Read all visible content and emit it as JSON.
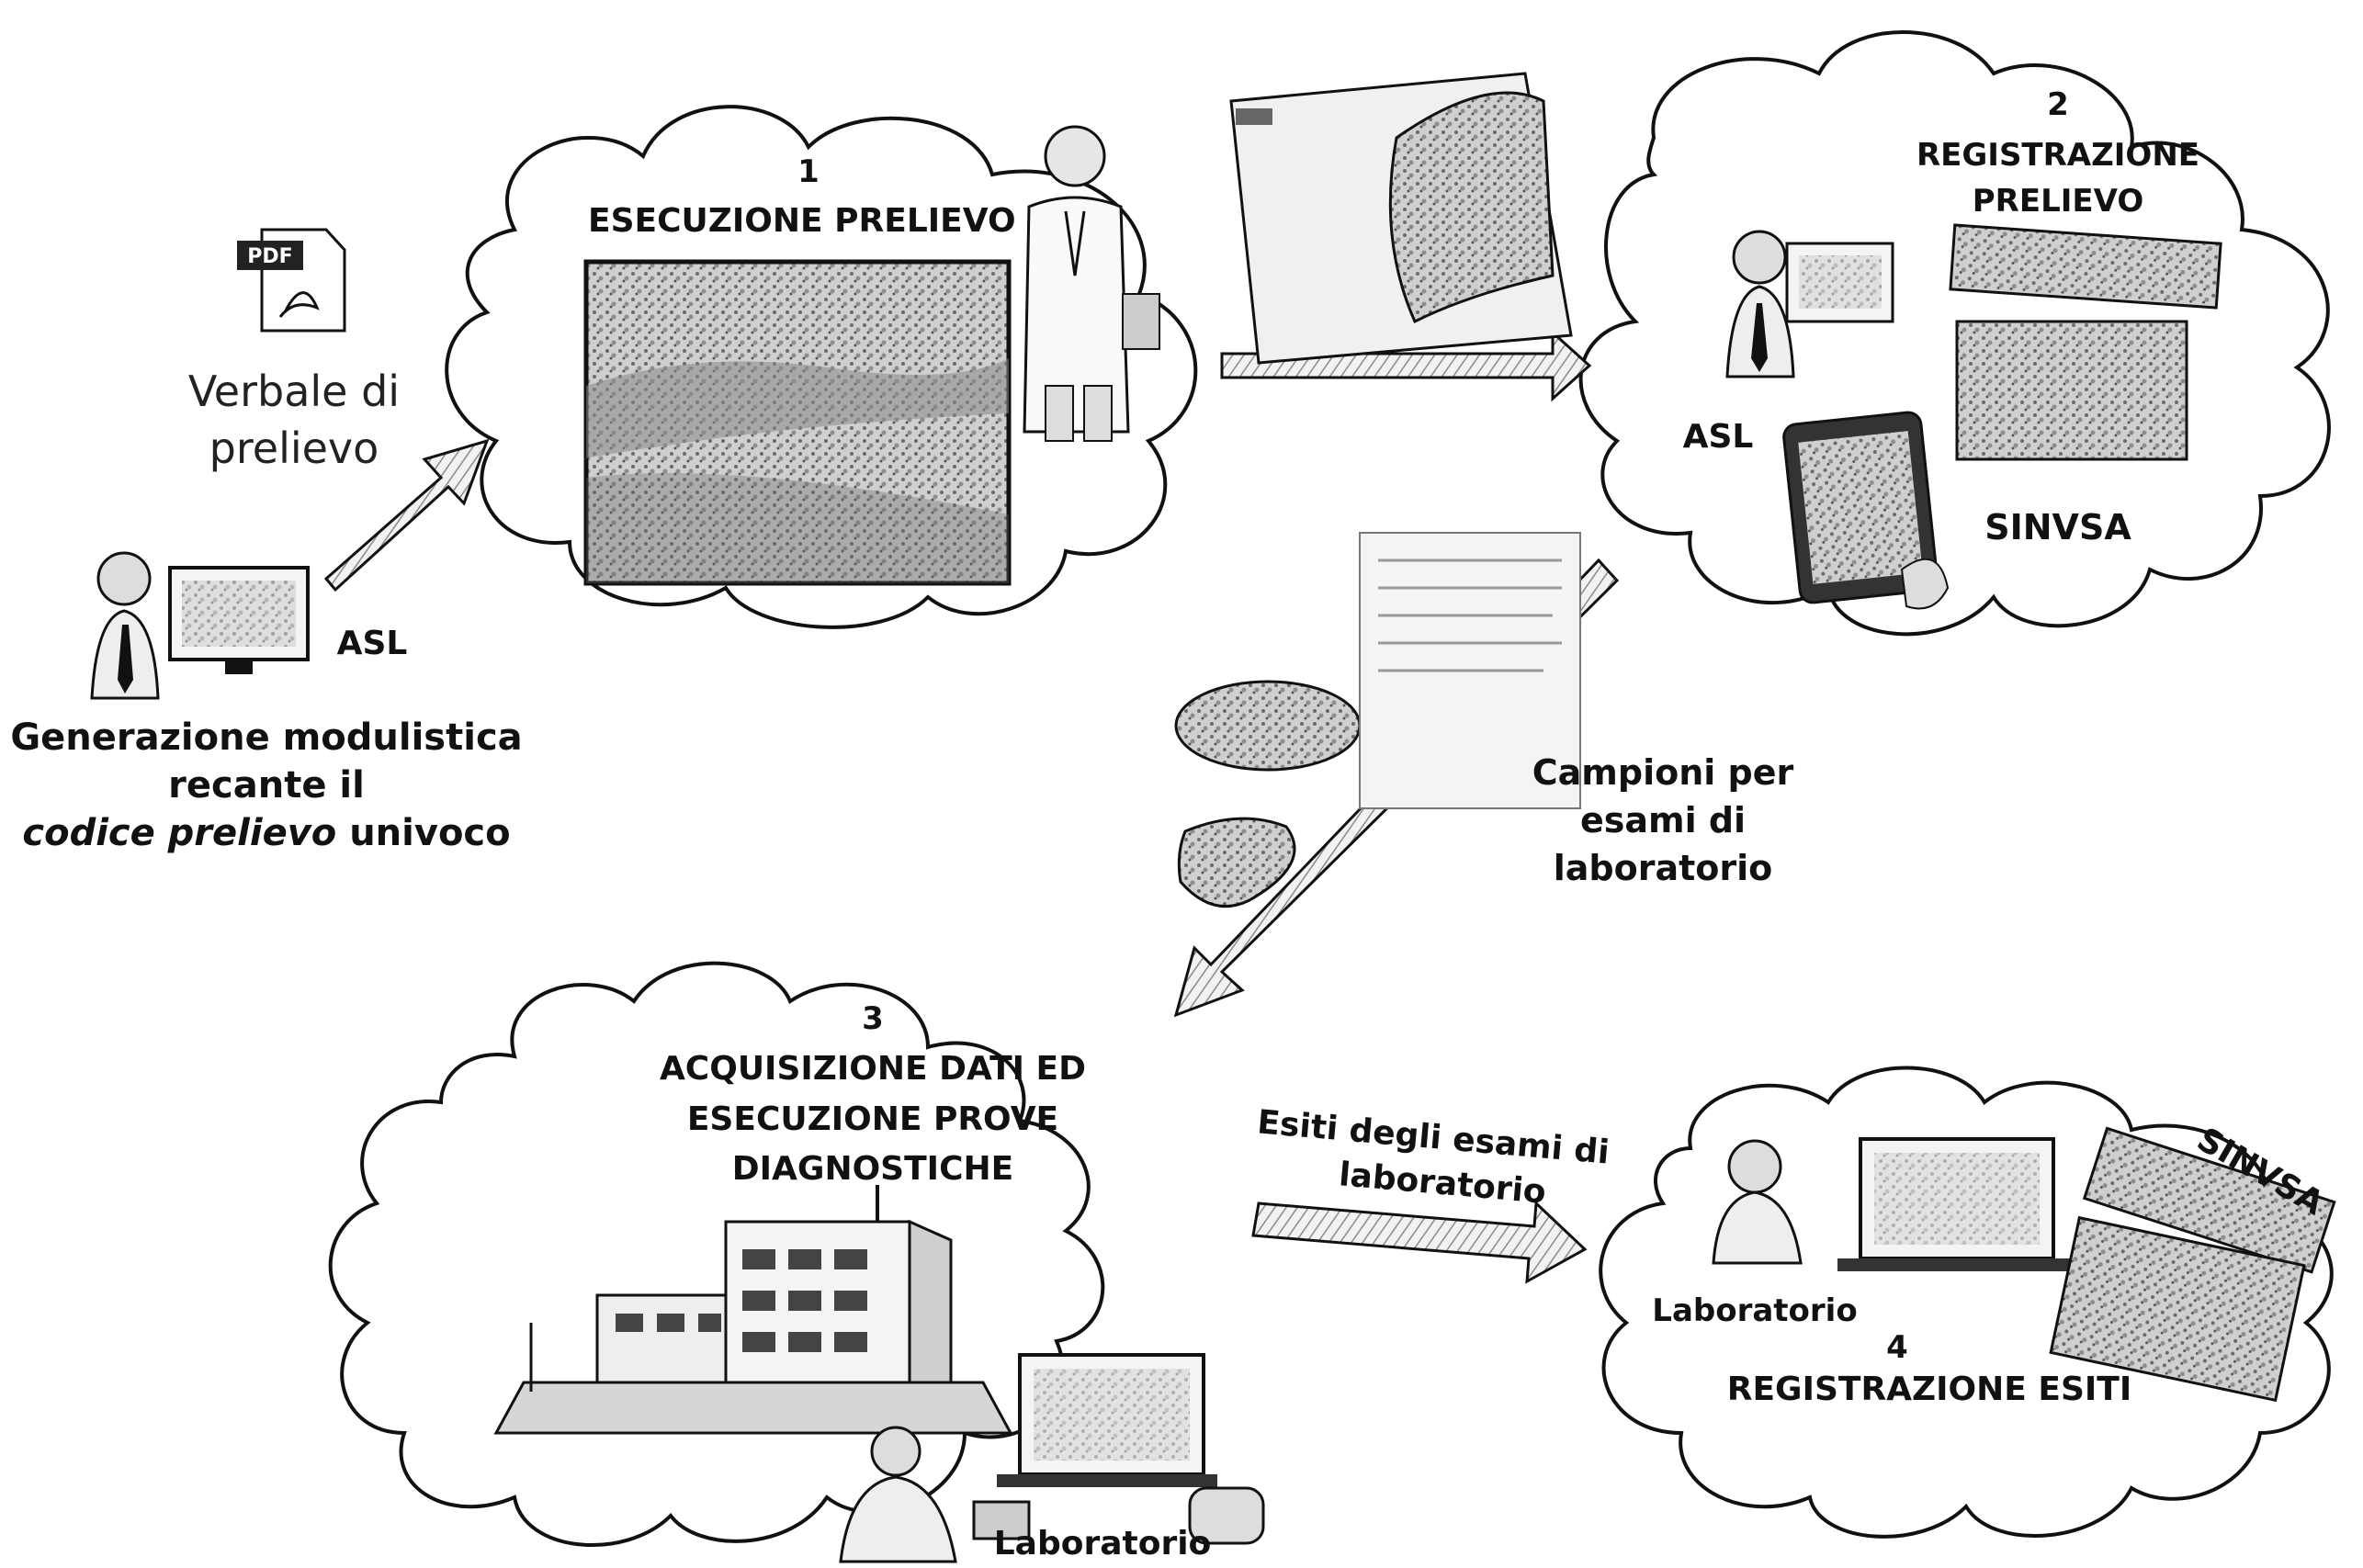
{
  "steps": {
    "s1": {
      "number": "1",
      "title": "ESECUZIONE PRELIEVO"
    },
    "s2": {
      "number": "2",
      "title_line1": "REGISTRAZIONE",
      "title_line2": "PRELIEVO",
      "actor": "ASL",
      "system": "SINVSA"
    },
    "s3": {
      "number": "3",
      "title_line1": "ACQUISIZIONE DATI ED",
      "title_line2": "ESECUZIONE PROVE",
      "title_line3": "DIAGNOSTICHE",
      "actor": "Laboratorio"
    },
    "s4": {
      "number": "4",
      "title": "REGISTRAZIONE  ESITI",
      "actor": "Laboratorio",
      "system": "SINVSA"
    }
  },
  "document": {
    "badge": "PDF",
    "label_line1": "Verbale di",
    "label_line2": "prelievo"
  },
  "generation": {
    "actor": "ASL",
    "line1": "Generazione modulistica",
    "line2": "recante il",
    "line3_italic": "codice prelievo",
    "line3_normal": " univoco"
  },
  "samples_label": {
    "line1": "Campioni per",
    "line2": "esami di",
    "line3": "laboratorio"
  },
  "results_label": {
    "line1": "Esiti degli esami di",
    "line2": "laboratorio"
  },
  "icons": [
    "pdf-icon",
    "person-at-computer-icon",
    "doctor-icon",
    "sample-photo-icon",
    "tablet-icon",
    "lab-building-icon",
    "printer-icon",
    "flow-arrow-icon"
  ]
}
